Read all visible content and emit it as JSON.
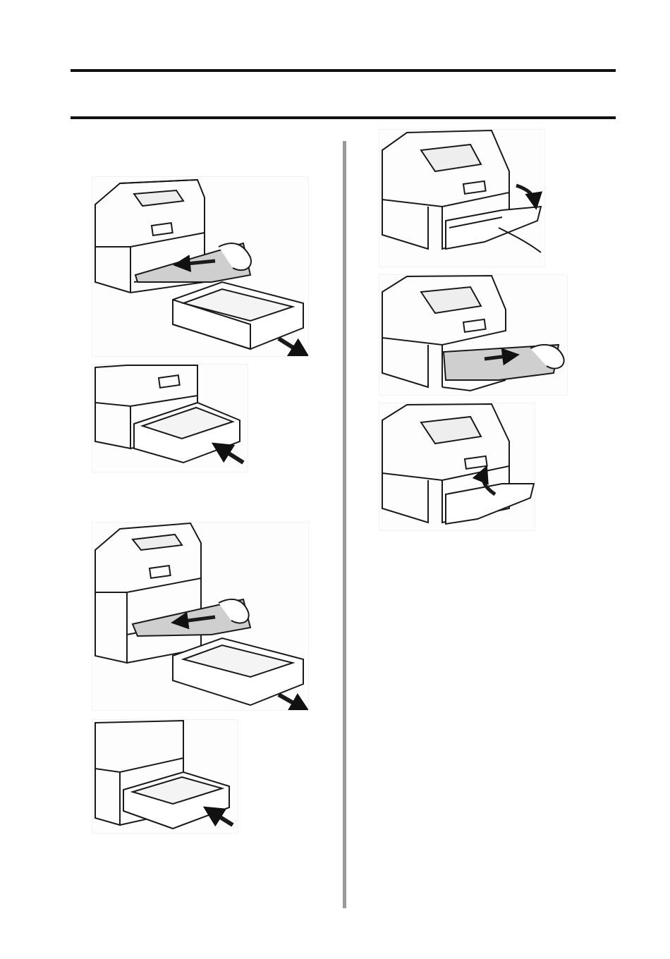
{
  "page": {
    "header_rules": 2,
    "columns": 2
  },
  "figures": [
    {
      "id": "tray1-remove-jam",
      "icon": "printer-paper-removal-illustration"
    },
    {
      "id": "tray1-insert",
      "icon": "printer-tray-insert-illustration"
    },
    {
      "id": "tray2-remove-jam",
      "icon": "printer-paper-removal-illustration"
    },
    {
      "id": "tray2-insert",
      "icon": "printer-tray-insert-illustration"
    },
    {
      "id": "front-cover-open",
      "icon": "printer-cover-open-illustration"
    },
    {
      "id": "front-remove-jam",
      "icon": "printer-paper-removal-illustration"
    },
    {
      "id": "front-cover-close",
      "icon": "printer-cover-close-illustration"
    }
  ],
  "colors": {
    "rule": "#111111",
    "divider": "#9a9a9a",
    "paper_fill": "#cfcfcf",
    "line_art": "#1a1a1a"
  }
}
